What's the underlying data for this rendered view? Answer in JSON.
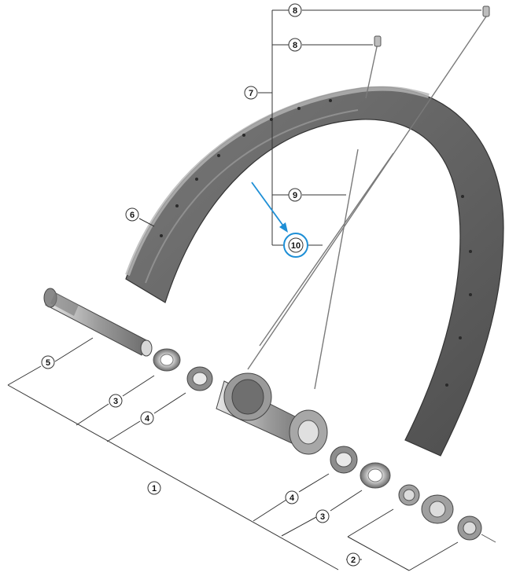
{
  "callouts": {
    "c8a": "8",
    "c8b": "8",
    "c7": "7",
    "c9": "9",
    "c10": "10",
    "c6": "6",
    "c5": "5",
    "c3a": "3",
    "c4a": "4",
    "c1": "1",
    "c4b": "4",
    "c3b": "3",
    "c2": "2"
  },
  "colors": {
    "rim_outer": "#5a5a5a",
    "rim_inner": "#9a9a9a",
    "part_dark": "#6b6b6b",
    "part_light": "#c9c9c9",
    "highlight": "#1e8fd6",
    "leader": "#333333"
  },
  "highlighted_callout": "10"
}
